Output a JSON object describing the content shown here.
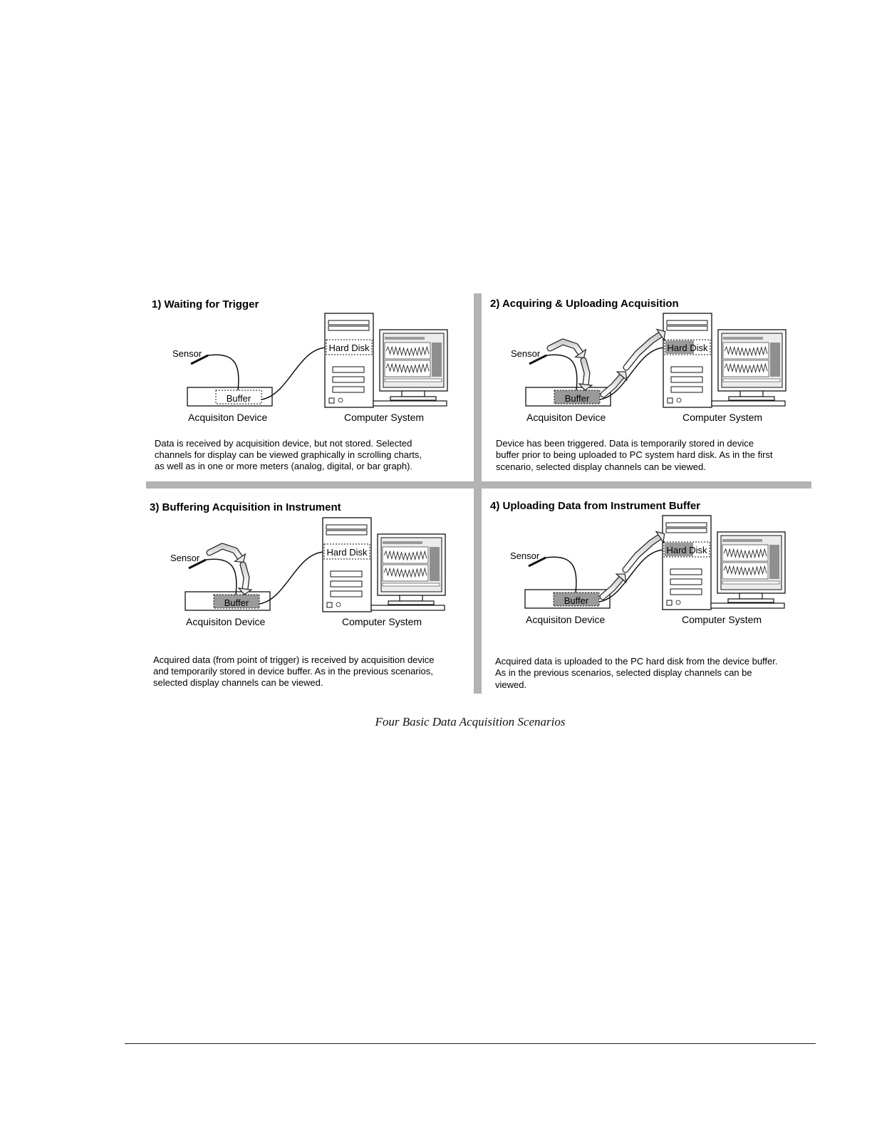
{
  "figure": {
    "caption": "Four Basic Data Acquisition Scenarios",
    "colors": {
      "divider": "#b3b3b3",
      "shaded": "#9a9a9a",
      "line": "#111111"
    },
    "scenarios": [
      {
        "title": "1) Waiting for Trigger",
        "sensor_label": "Sensor",
        "buffer_label": "Buffer",
        "hard_disk_label": "Hard Disk",
        "device_label": "Acquisiton Device",
        "computer_label": "Computer System",
        "description": [
          "Data is received by acquisition device, but not stored.  Selected",
          "channels for display can be viewed graphically in scrolling charts,",
          "as well as in one or more meters (analog, digital, or bar graph)."
        ],
        "buffer_shaded": false,
        "disk_shaded": false,
        "arrow_sensor_to_buffer": false,
        "arrow_buffer_to_disk": false
      },
      {
        "title": "2) Acquiring & Uploading Acquisition",
        "sensor_label": "Sensor",
        "buffer_label": "Buffer",
        "hard_disk_label": "Hard Disk",
        "device_label": "Acquisiton Device",
        "computer_label": "Computer System",
        "description": [
          "Device has been triggered.  Data is temporarily  stored in device",
          "buffer prior to being uploaded to PC system hard disk.  As in the first",
          "scenario, selected display channels can be viewed."
        ],
        "buffer_shaded": true,
        "disk_shaded": true,
        "arrow_sensor_to_buffer": true,
        "arrow_buffer_to_disk": true
      },
      {
        "title": "3) Buffering Acquisition in Instrument",
        "sensor_label": "Sensor",
        "buffer_label": "Buffer",
        "hard_disk_label": "Hard Disk",
        "device_label": "Acquisiton Device",
        "computer_label": "Computer System",
        "description": [
          "Acquired data (from point of trigger) is received by acquisition device",
          "and temporarily stored in device buffer.  As in the previous scenarios,",
          "selected display channels can be viewed."
        ],
        "buffer_shaded": true,
        "disk_shaded": false,
        "arrow_sensor_to_buffer": true,
        "arrow_buffer_to_disk": false
      },
      {
        "title": "4) Uploading Data from Instrument Buffer",
        "sensor_label": "Sensor",
        "buffer_label": "Buffer",
        "hard_disk_label": "Hard Disk",
        "device_label": "Acquisiton Device",
        "computer_label": "Computer System",
        "description": [
          "Acquired data is uploaded to the PC hard disk from the device buffer.",
          "As in the previous scenarios, selected display channels can be",
          "viewed."
        ],
        "buffer_shaded": true,
        "disk_shaded": true,
        "arrow_sensor_to_buffer": false,
        "arrow_buffer_to_disk": true
      }
    ]
  }
}
